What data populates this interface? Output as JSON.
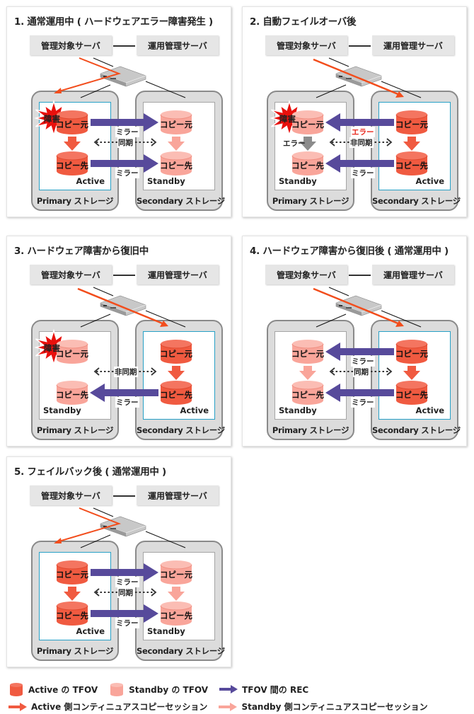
{
  "colors": {
    "active": "#f05a40",
    "standby": "#f9a59a",
    "rec": "#574a9b",
    "error_red": "#e8261a",
    "gray_arrow": "#8c8c8c",
    "panel_active_border": "#27a0c6"
  },
  "common": {
    "managed_server": "管理対象サーバ",
    "ops_server": "運用管理サーバ",
    "primary_storage": "Primary ストレージ",
    "secondary_storage": "Secondary ストレージ",
    "copy_src": "コピー元",
    "copy_dst": "コピー先",
    "active": "Active",
    "standby": "Standby",
    "mirror": "ミラー",
    "error": "エラー",
    "sync": "同期",
    "async": "非同期",
    "failure": "障害"
  },
  "panels": [
    {
      "title": "1. 通常運用中 ( ハードウェアエラー障害発生 )",
      "active_side": "primary",
      "failure": true,
      "sync_label": "同期"
    },
    {
      "title": "2. 自動フェイルオーバ後",
      "active_side": "secondary",
      "failure": true,
      "sync_label": "非同期"
    },
    {
      "title": "3. ハードウェア障害から復旧中",
      "active_side": "secondary",
      "failure": true,
      "sync_label": "非同期"
    },
    {
      "title": "4. ハードウェア障害から復旧後 ( 通常運用中 )",
      "active_side": "secondary",
      "failure": false,
      "sync_label": "同期"
    },
    {
      "title": "5. フェイルバック後 ( 通常運用中 )",
      "active_side": "primary",
      "failure": false,
      "sync_label": "同期"
    }
  ],
  "legend": {
    "active_tfov": "Active の TFOV",
    "standby_tfov": "Standby の TFOV",
    "rec": "TFOV 間の REC",
    "active_session": "Active 側コンティニュアスコピーセッション",
    "standby_session": "Standby 側コンティニュアスコピーセッション"
  }
}
